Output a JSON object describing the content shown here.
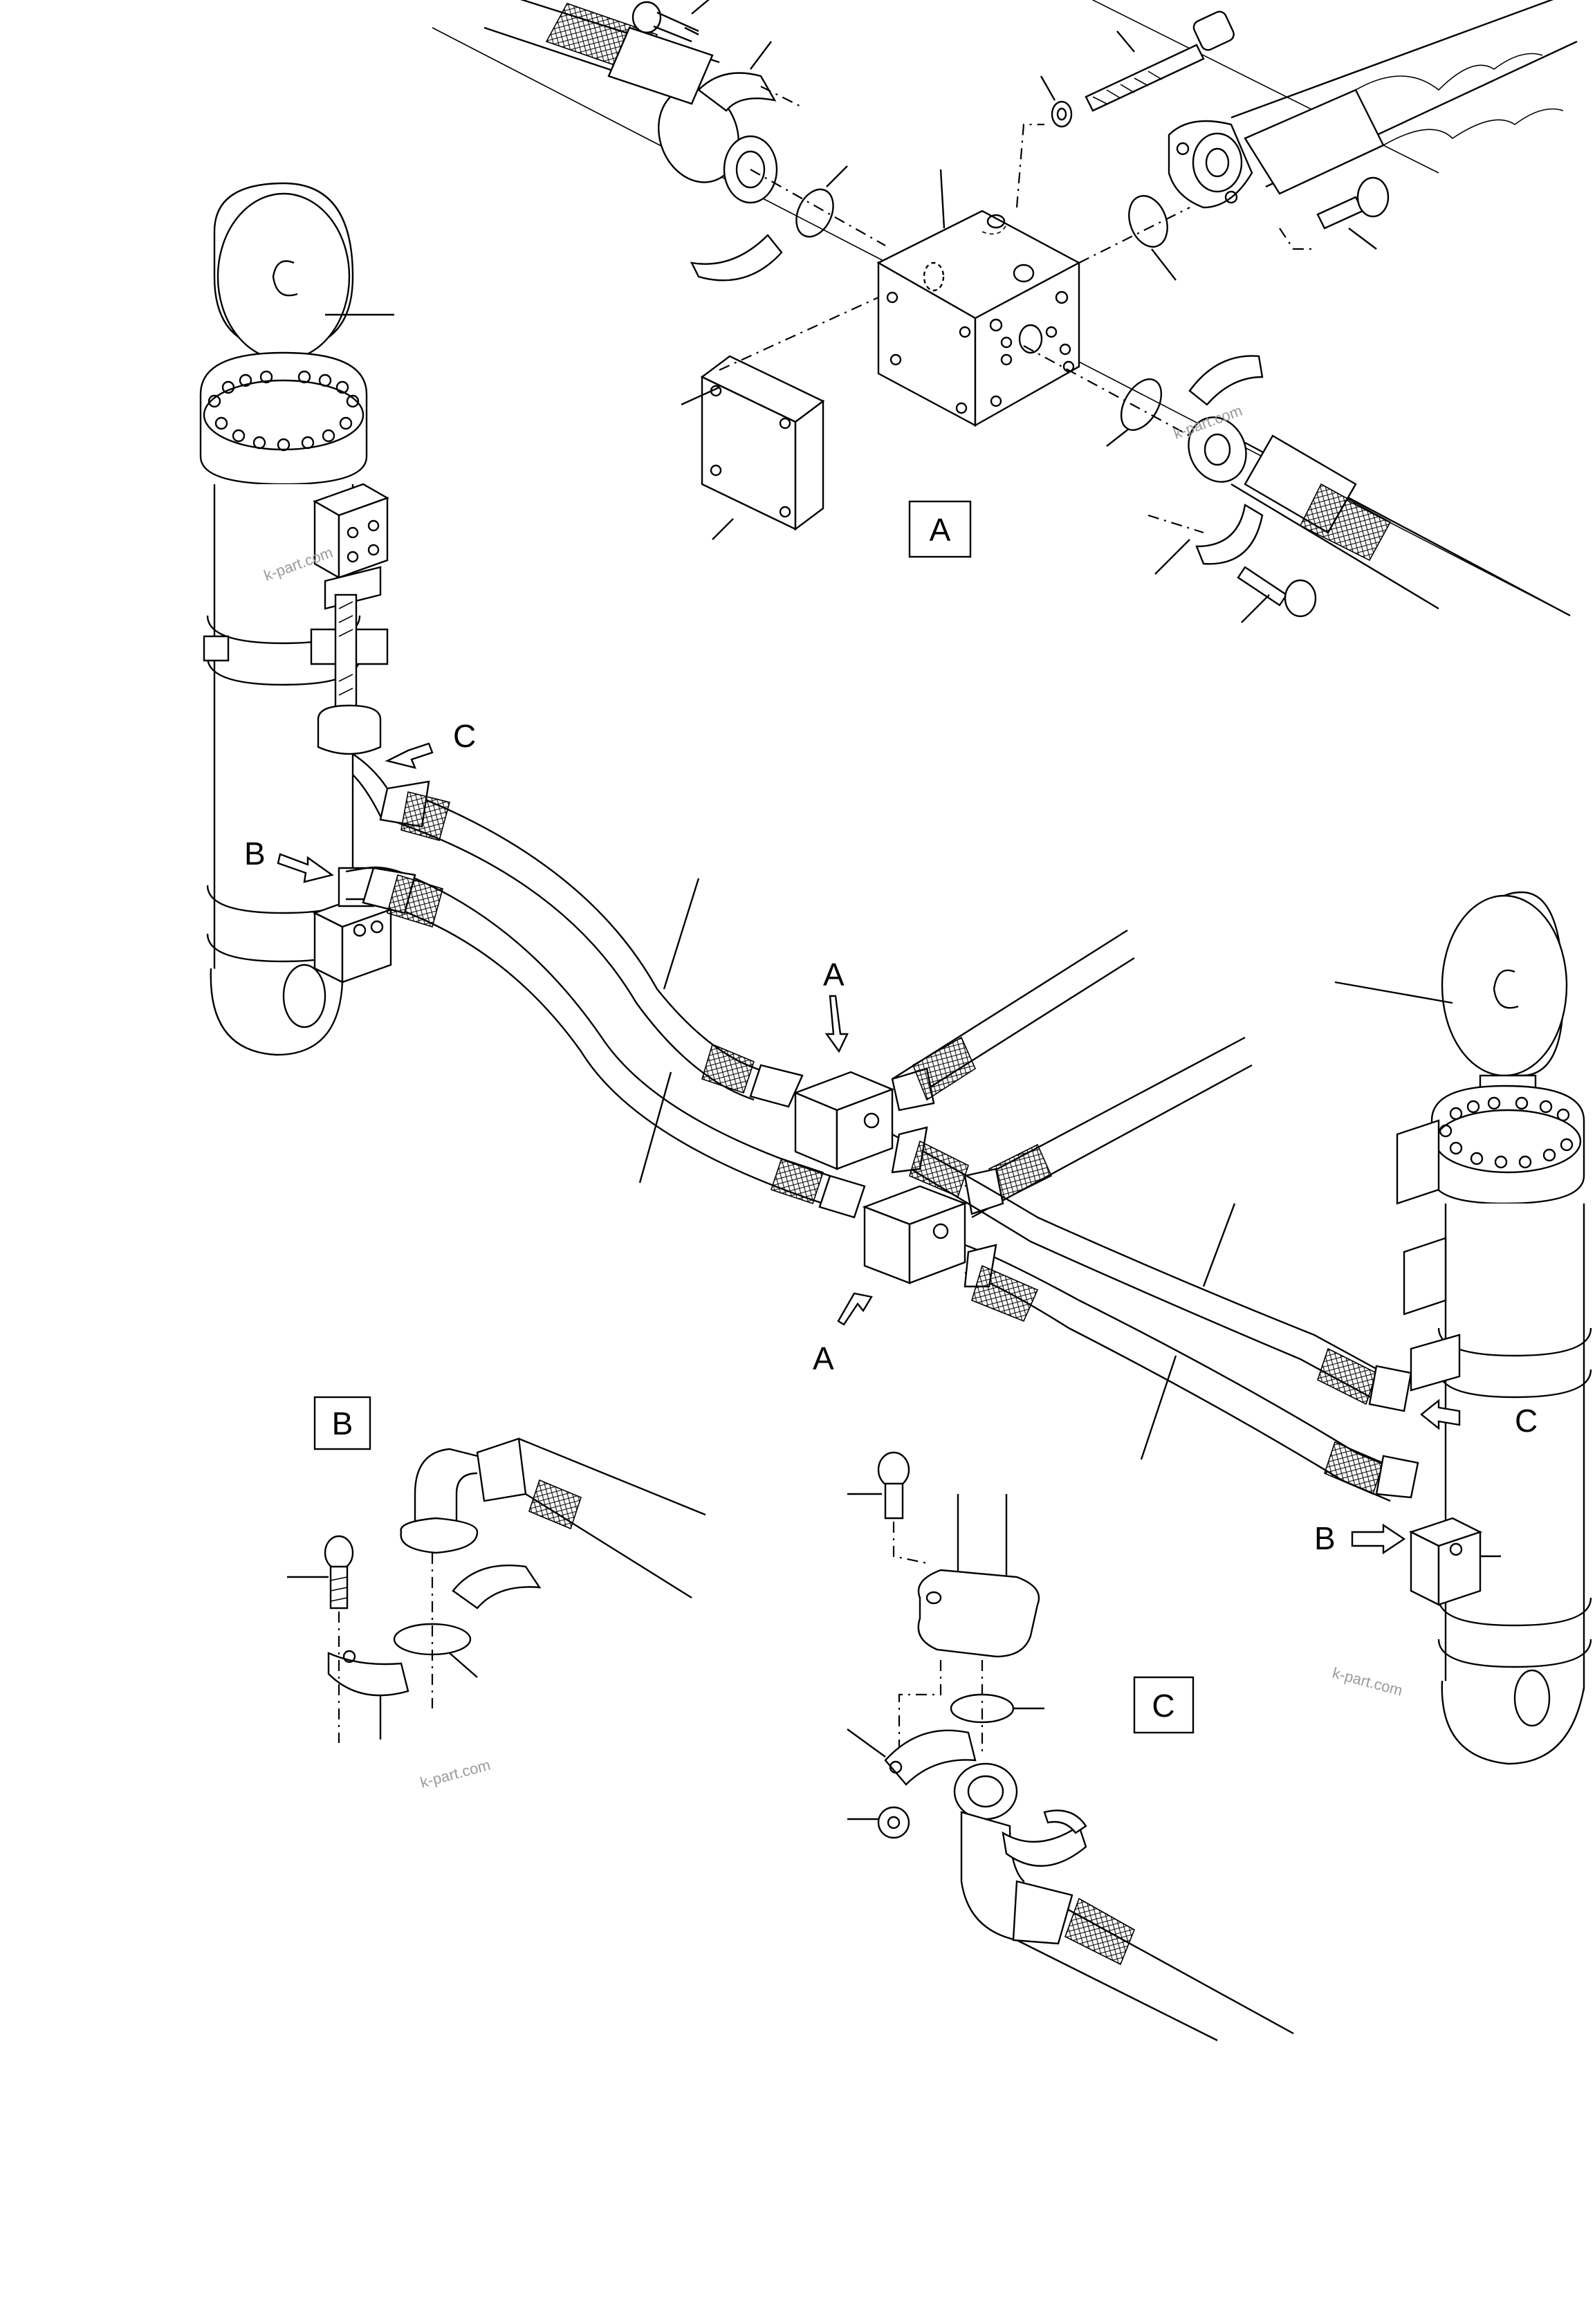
{
  "callouts": {
    "detail_A": "A",
    "detail_B": "B",
    "detail_C": "C",
    "arrow_A_upper": "A",
    "arrow_A_lower": "A",
    "arrow_B_left": "B",
    "arrow_B_right": "B",
    "arrow_C_left": "C",
    "arrow_C_right": "C"
  },
  "watermarks": {
    "w1": "k-part.com",
    "w2": "k-part.com",
    "w3": "k-part.com",
    "w4": "k-part.com"
  }
}
